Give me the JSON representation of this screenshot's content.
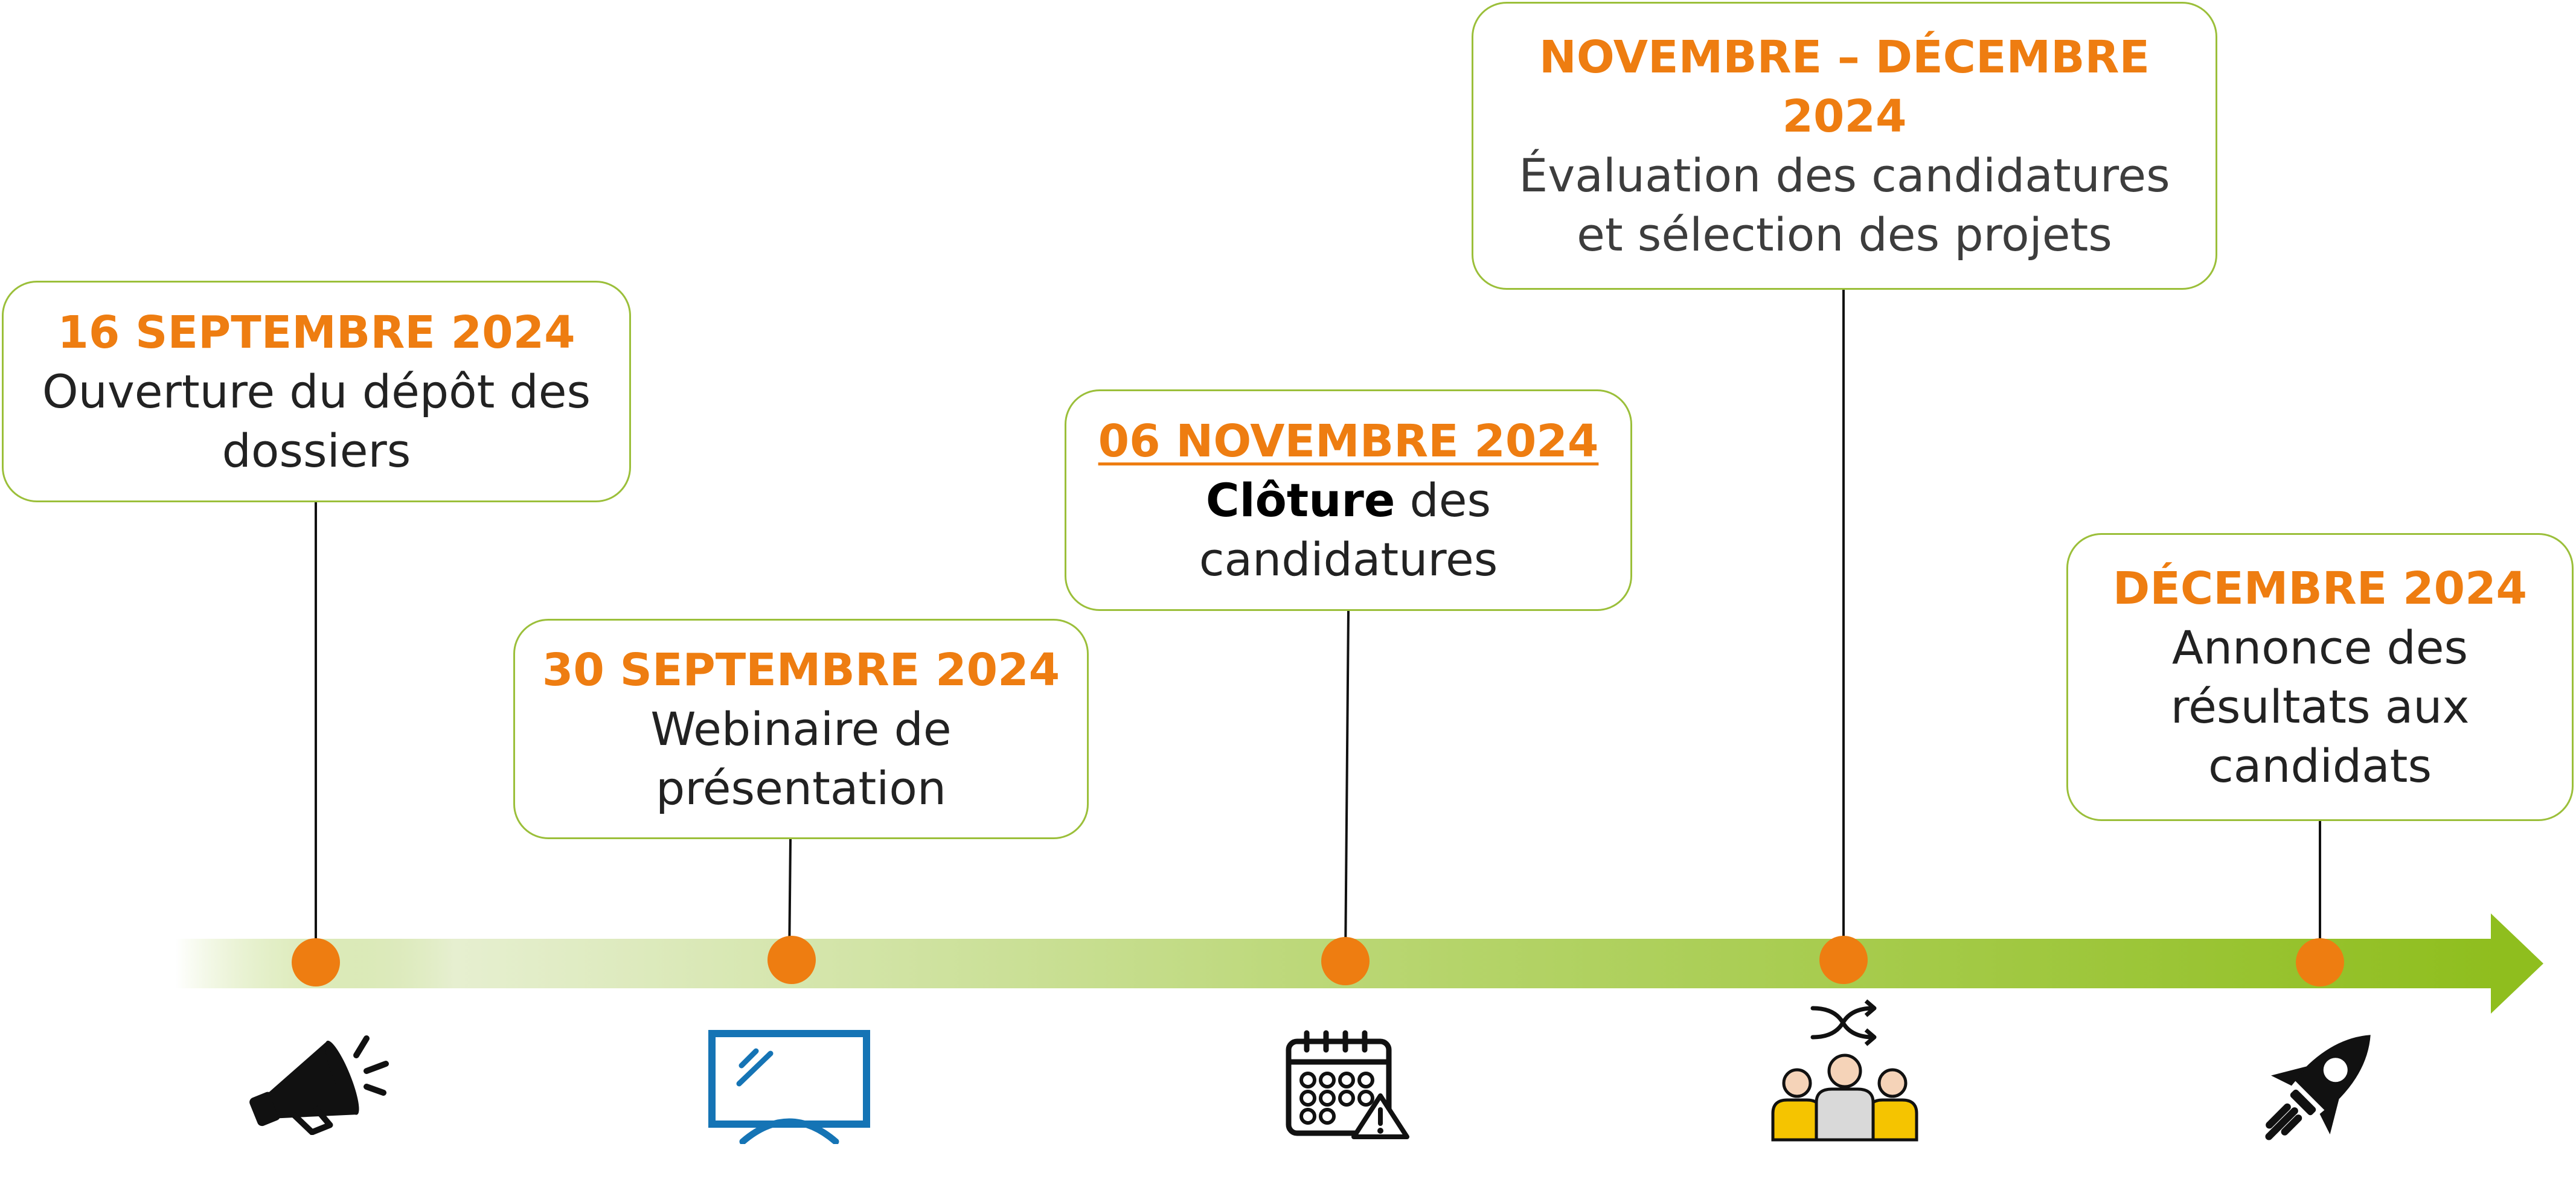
{
  "colors": {
    "accent_orange": "#ee7d11",
    "box_border": "#9bbf3a",
    "arrow_green": "#8fbe1e",
    "icon_blue": "#1574b5",
    "people_yellow": "#f5c400"
  },
  "events": [
    {
      "date": "16 SEPTEMBRE 2024",
      "desc": "Ouverture du dépôt des dossiers",
      "icon": "megaphone-icon"
    },
    {
      "date": "30 SEPTEMBRE 2024",
      "desc": "Webinaire de présentation",
      "icon": "monitor-icon"
    },
    {
      "date": "06 NOVEMBRE 2024",
      "desc_bold": "Clôture",
      "desc_rest": " des candidatures",
      "icon": "calendar-warning-icon"
    },
    {
      "date": "NOVEMBRE – DÉCEMBRE 2024",
      "desc": "Évaluation des candidatures et sélection des projets",
      "icon": "team-shuffle-icon"
    },
    {
      "date": "DÉCEMBRE 2024",
      "desc": "Annonce des résultats aux candidats",
      "icon": "rocket-icon"
    }
  ]
}
